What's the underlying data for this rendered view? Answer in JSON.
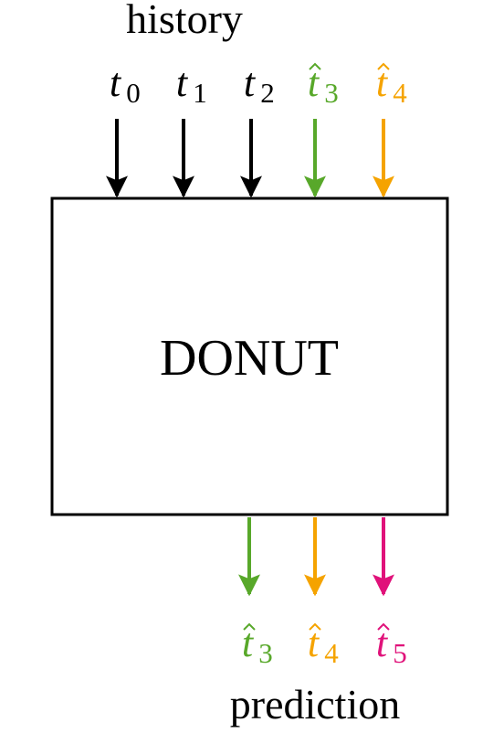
{
  "colors": {
    "black": "#000000",
    "green": "#58a82a",
    "orange": "#f5a300",
    "magenta": "#e0127a"
  },
  "history": {
    "title": "history",
    "inputs": [
      {
        "base": "t",
        "sub": "0",
        "hat": false,
        "color": "black"
      },
      {
        "base": "t",
        "sub": "1",
        "hat": false,
        "color": "black"
      },
      {
        "base": "t",
        "sub": "2",
        "hat": false,
        "color": "black"
      },
      {
        "base": "t",
        "sub": "3",
        "hat": true,
        "color": "green"
      },
      {
        "base": "t",
        "sub": "4",
        "hat": true,
        "color": "orange"
      }
    ]
  },
  "model": {
    "label": "DONUT"
  },
  "prediction": {
    "title": "prediction",
    "outputs": [
      {
        "base": "t",
        "sub": "3",
        "hat": true,
        "color": "green"
      },
      {
        "base": "t",
        "sub": "4",
        "hat": true,
        "color": "orange"
      },
      {
        "base": "t",
        "sub": "5",
        "hat": true,
        "color": "magenta"
      }
    ]
  }
}
